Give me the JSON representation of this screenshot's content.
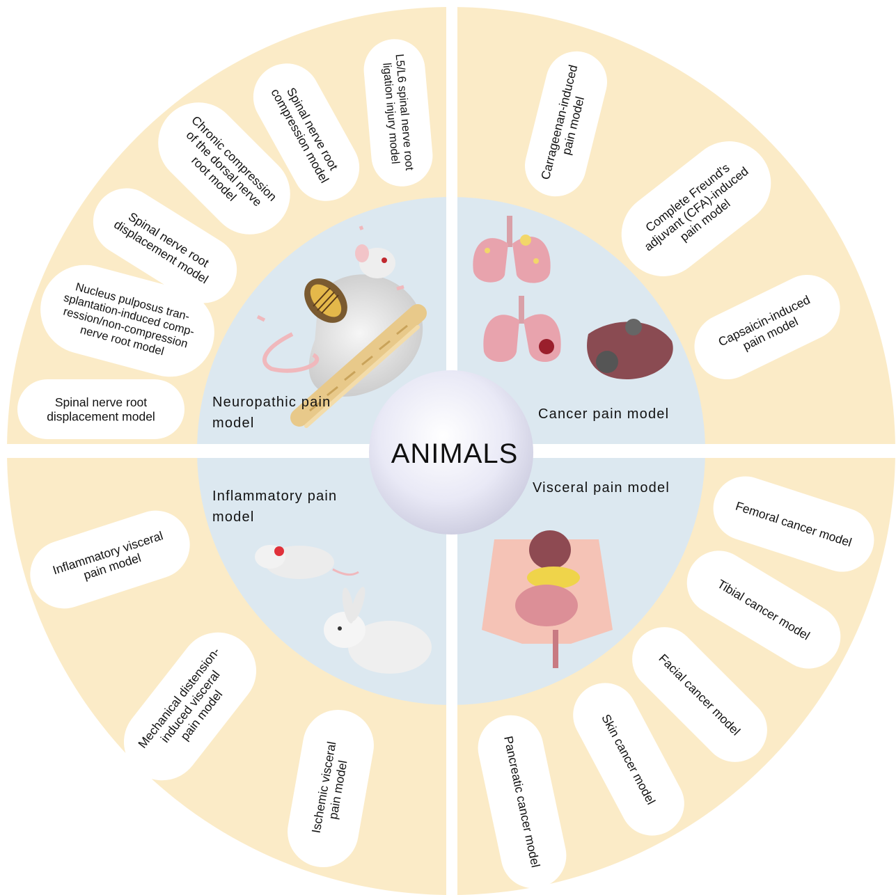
{
  "center_label": "ANIMALS",
  "colors": {
    "outer_ring": "#fbebc7",
    "inner_disc": "#dce8f0",
    "pill": "#ffffff",
    "divider": "#ffffff",
    "center": "#e8e8f6"
  },
  "quadrants": {
    "neuropathic": {
      "title": [
        "Neuropathic pain",
        "model"
      ],
      "models": [
        [
          "L5/L6 spinal nerve root",
          "ligation injury model"
        ],
        [
          "Spinal nerve root",
          "compression model"
        ],
        [
          "Chronic compression",
          "of the dorsal nerve",
          "root model"
        ],
        [
          "Spinal nerve root",
          "displacement model"
        ],
        [
          "Nucleus pulposus tran-",
          "splantation-induced comp-",
          "ression/non-compression",
          "nerve root model"
        ],
        [
          "Spinal nerve root",
          "displacement model"
        ]
      ],
      "illustrations": [
        "rat-illustration",
        "spine-illustration"
      ]
    },
    "cancer": {
      "title": [
        "Cancer pain model"
      ],
      "models": [
        [
          "Carrageenan-induced",
          "pain model"
        ],
        [
          "Complete Freund's",
          "adjuvant (CFA)-induced",
          "pain model"
        ],
        [
          "Capsaicin-induced",
          "pain model"
        ]
      ],
      "illustrations": [
        "lung-illustration",
        "lung-tumor-illustration",
        "liver-tumor-illustration"
      ]
    },
    "inflammatory": {
      "title": [
        "Inflammatory pain",
        "model"
      ],
      "models": [
        [
          "Inflammatory visceral",
          "pain model"
        ],
        [
          "Mechanical distension-",
          "induced visceral",
          "pain model"
        ],
        [
          "Ischemic visceral",
          "pain model"
        ]
      ],
      "illustrations": [
        "rat-illustration",
        "rabbit-illustration"
      ]
    },
    "visceral": {
      "title": [
        "Visceral pain model"
      ],
      "models": [
        [
          "Femoral cancer model"
        ],
        [
          "Tibial cancer model"
        ],
        [
          "Facial cancer model"
        ],
        [
          "Skin cancer model"
        ],
        [
          "Pancreatic cancer model"
        ]
      ],
      "illustrations": [
        "abdomen-organs-illustration"
      ]
    }
  }
}
